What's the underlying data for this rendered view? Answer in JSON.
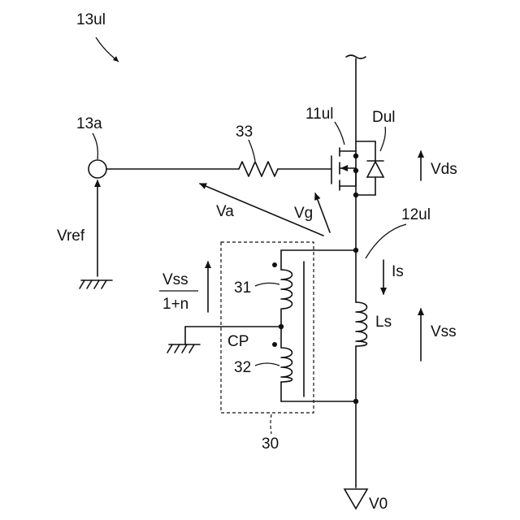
{
  "labels": {
    "figure_ref": "13ul",
    "input_terminal": "13a",
    "resistor": "33",
    "transistor": "11ul",
    "diode": "Dul",
    "vds": "Vds",
    "va": "Va",
    "vg": "Vg",
    "node": "12ul",
    "vref": "Vref",
    "vss_frac_num": "Vss",
    "vss_frac_den": "1+n",
    "coil_upper": "31",
    "is": "Is",
    "ls": "Ls",
    "vss": "Vss",
    "center_tap": "CP",
    "coil_lower": "32",
    "transformer": "30",
    "v0": "V0"
  }
}
